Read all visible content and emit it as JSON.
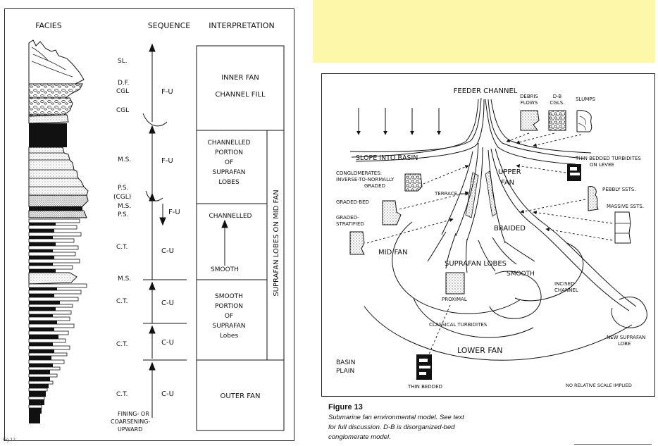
{
  "left": {
    "headers": {
      "facies": "FACIES",
      "sequence": "SEQUENCE",
      "interpretation": "INTERPRETATION"
    },
    "facies_labels": [
      "SL.",
      "D.F.",
      "CGL",
      "CGL",
      "M.S.",
      "P.S.",
      "(CGL)",
      "M.S.",
      "P.S.",
      "C.T.",
      "M.S.",
      "C.T.",
      "C.T.",
      "C.T."
    ],
    "sequence_labels": [
      "F-U",
      "F-U",
      "F-U",
      "C-U",
      "C-U",
      "C-U",
      "C-U"
    ],
    "interp": {
      "inner_fan": [
        "INNER FAN",
        "CHANNEL FILL"
      ],
      "channelled_portion": [
        "CHANNELLED",
        "PORTION",
        "OF",
        "SUPRAFAN",
        "LOBES"
      ],
      "channelled": "CHANNELLED",
      "smooth": "SMOOTH",
      "smooth_portion": [
        "SMOOTH",
        "PORTION",
        "OF",
        "SUPRAFAN",
        "Lobes"
      ],
      "outer_fan": "OUTER FAN",
      "side_label": "SUPRAFAN LOBES ON MID FAN"
    },
    "footer": [
      "FINING- OR",
      "COARSENING-",
      "UPWARD"
    ],
    "corner": "Fig 12"
  },
  "right": {
    "feeder": "FEEDER CHANNEL",
    "debris": [
      "DEBRIS",
      "FLOWS"
    ],
    "db": [
      "D-B",
      "CGLS."
    ],
    "slumps": "SLUMPS",
    "slope": "SLOPE INTO BASIN",
    "thin_levee": [
      "THIN BEDDED TURBIDITES",
      "ON LEVEE"
    ],
    "conglomerates": [
      "CONGLOMERATES:",
      "INVERSE-TO-NORMALLY",
      "GRADED"
    ],
    "upper": "UPPER",
    "fan": "FAN",
    "terrace": "TERRACE",
    "pebbly": "PEBBLY SSTS.",
    "graded_bed": "GRADED-BED",
    "massive": "MASSIVE SSTS.",
    "graded_strat": [
      "GRADED-",
      "STRATIFIED"
    ],
    "braided": "BRAIDED",
    "mid_fan": "MID FAN",
    "suprafan": "SUPRAFAN LOBES",
    "smooth": "SMOOTH",
    "incised": [
      "INCISED",
      "CHANNEL"
    ],
    "proximal": "PROXIMAL",
    "classical": "CLASSICAL TURBIDITES",
    "new_lobe": [
      "NEW SUPRAFAN",
      "LOBE"
    ],
    "lower_fan": "LOWER FAN",
    "basin_plain": [
      "BASIN",
      "PLAIN"
    ],
    "thin_bedded": "THIN BEDDED",
    "no_scale": "NO RELATIVE SCALE IMPLIED"
  },
  "caption": {
    "title": "Figure 13",
    "lines": [
      "Submarine fan environmental model. See text",
      "for full discussion. D-B is disorganized-bed",
      "conglomerate model."
    ]
  },
  "colors": {
    "sticky": "#fdf8a8",
    "ink": "#111111"
  }
}
